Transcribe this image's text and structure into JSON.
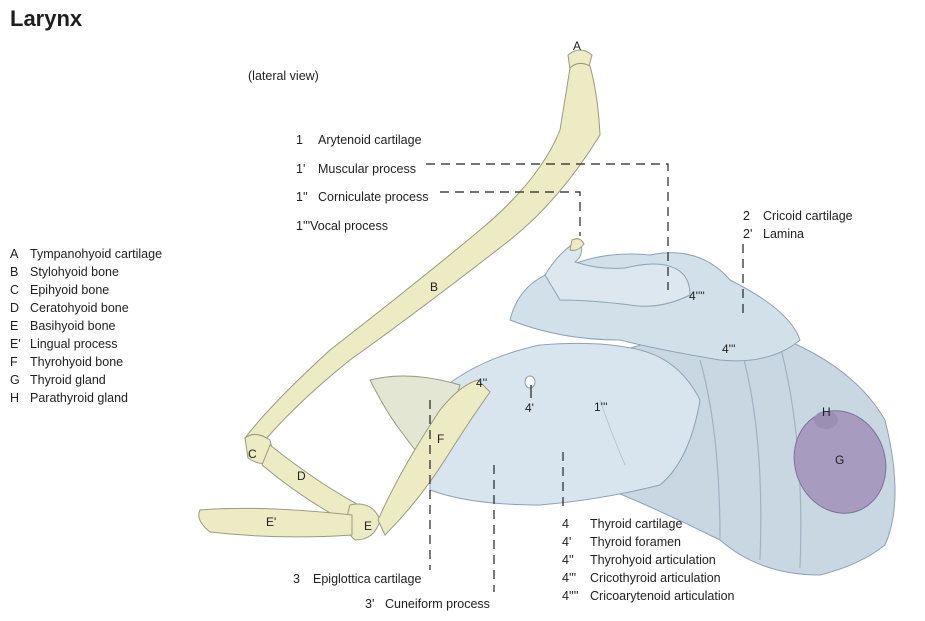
{
  "title": "Larynx",
  "subtitle": "(lateral view)",
  "legend_left": [
    {
      "key": "A",
      "text": "Tympanohyoid cartilage"
    },
    {
      "key": "B",
      "text": "Stylohyoid bone"
    },
    {
      "key": "C",
      "text": "Epihyoid bone"
    },
    {
      "key": "D",
      "text": "Ceratohyoid bone"
    },
    {
      "key": "E",
      "text": "Basihyoid bone"
    },
    {
      "key": "E'",
      "text": "Lingual process"
    },
    {
      "key": "F",
      "text": "Thyrohyoid bone"
    },
    {
      "key": "G",
      "text": "Thyroid gland"
    },
    {
      "key": "H",
      "text": "Parathyroid gland"
    }
  ],
  "legend_arytenoid": [
    {
      "key": "1",
      "text": "Arytenoid cartilage"
    },
    {
      "key": "1'",
      "text": "Muscular process"
    },
    {
      "key": "1''",
      "text": "Corniculate process"
    },
    {
      "key": "1'''",
      "text": "Vocal process"
    }
  ],
  "legend_cricoid": [
    {
      "key": "2",
      "text": "Cricoid cartilage"
    },
    {
      "key": "2'",
      "text": "Lamina"
    }
  ],
  "legend_thyroid": [
    {
      "key": "4",
      "text": "Thyroid cartilage"
    },
    {
      "key": "4'",
      "text": "Thyroid foramen"
    },
    {
      "key": "4''",
      "text": "Thyrohyoid articulation"
    },
    {
      "key": "4'''",
      "text": "Cricothyroid articulation"
    },
    {
      "key": "4''''",
      "text": "Cricoarytenoid articulation"
    }
  ],
  "epiglottica": {
    "key": "3",
    "text": "Epiglottica cartilage"
  },
  "cuneiform": {
    "key": "3'",
    "text": "Cuneiform process"
  },
  "figure_labels": {
    "A": "A",
    "B": "B",
    "C": "C",
    "D": "D",
    "E": "E",
    "E_prime": "E'",
    "F": "F",
    "G": "G",
    "H": "H",
    "f4dd": "4''",
    "f4d": "4'",
    "f1ddd": "1'''",
    "f4dddd": "4''''",
    "f4ddd": "4'''"
  },
  "colors": {
    "bone": "#ecebc4",
    "bone_outline": "#9a9a80",
    "cartilage": "#cfdde8",
    "cartilage_dark": "#b3c6d6",
    "gland": "#a89bc0",
    "text": "#1e1e1e"
  }
}
